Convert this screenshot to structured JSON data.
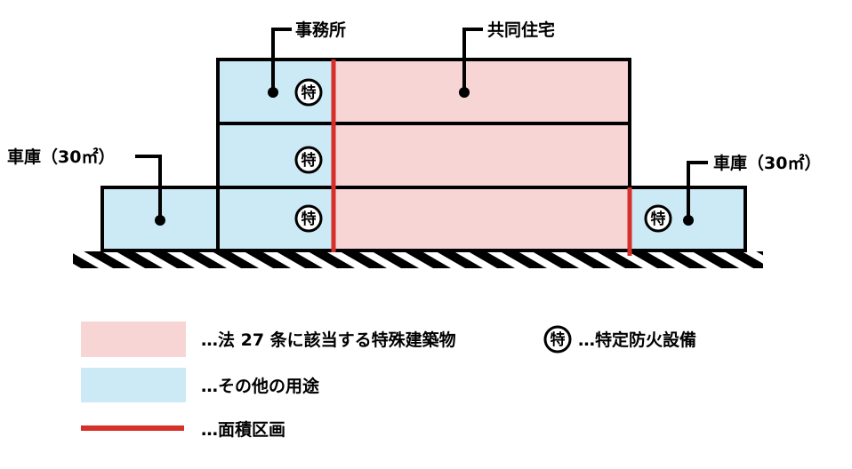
{
  "labels": {
    "office": "事務所",
    "apartment": "共同住宅",
    "garage_left": "車庫（30㎡）",
    "garage_right": "車庫（30㎡）"
  },
  "toku_mark": "特",
  "legend": {
    "special_building": "…法 27 条に該当する特殊建築物",
    "other_use": "…その他の用途",
    "area_division": "…面積区画",
    "fire_equipment": "…特定防火設備"
  },
  "colors": {
    "pink": "#f7d5d5",
    "blue": "#cceaf6",
    "red": "#d7302a"
  }
}
